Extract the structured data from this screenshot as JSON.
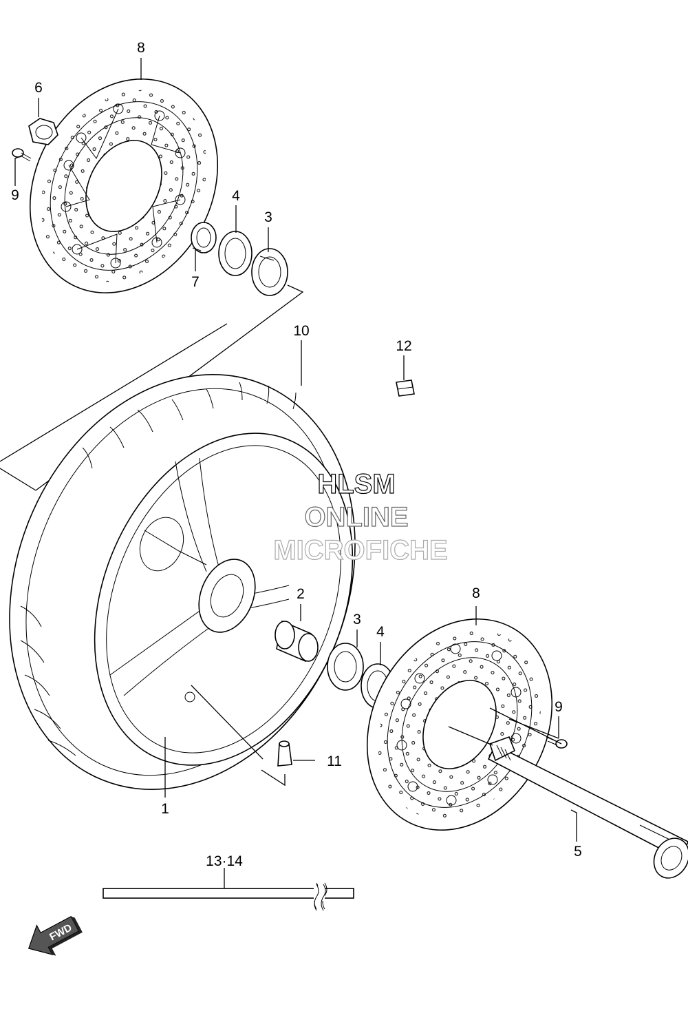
{
  "diagram": {
    "callouts": {
      "c1": "1",
      "c2": "2",
      "c3a": "3",
      "c3b": "3",
      "c4a": "4",
      "c4b": "4",
      "c5": "5",
      "c6": "6",
      "c7": "7",
      "c8a": "8",
      "c8b": "8",
      "c9a": "9",
      "c9b": "9",
      "c10": "10",
      "c11": "11",
      "c12": "12",
      "c1314": "13·14"
    },
    "fwd_arrow": "FWD",
    "watermark": {
      "line1": "HLSM",
      "line2": "ONLINE",
      "line3": "MICROFICHE"
    }
  }
}
